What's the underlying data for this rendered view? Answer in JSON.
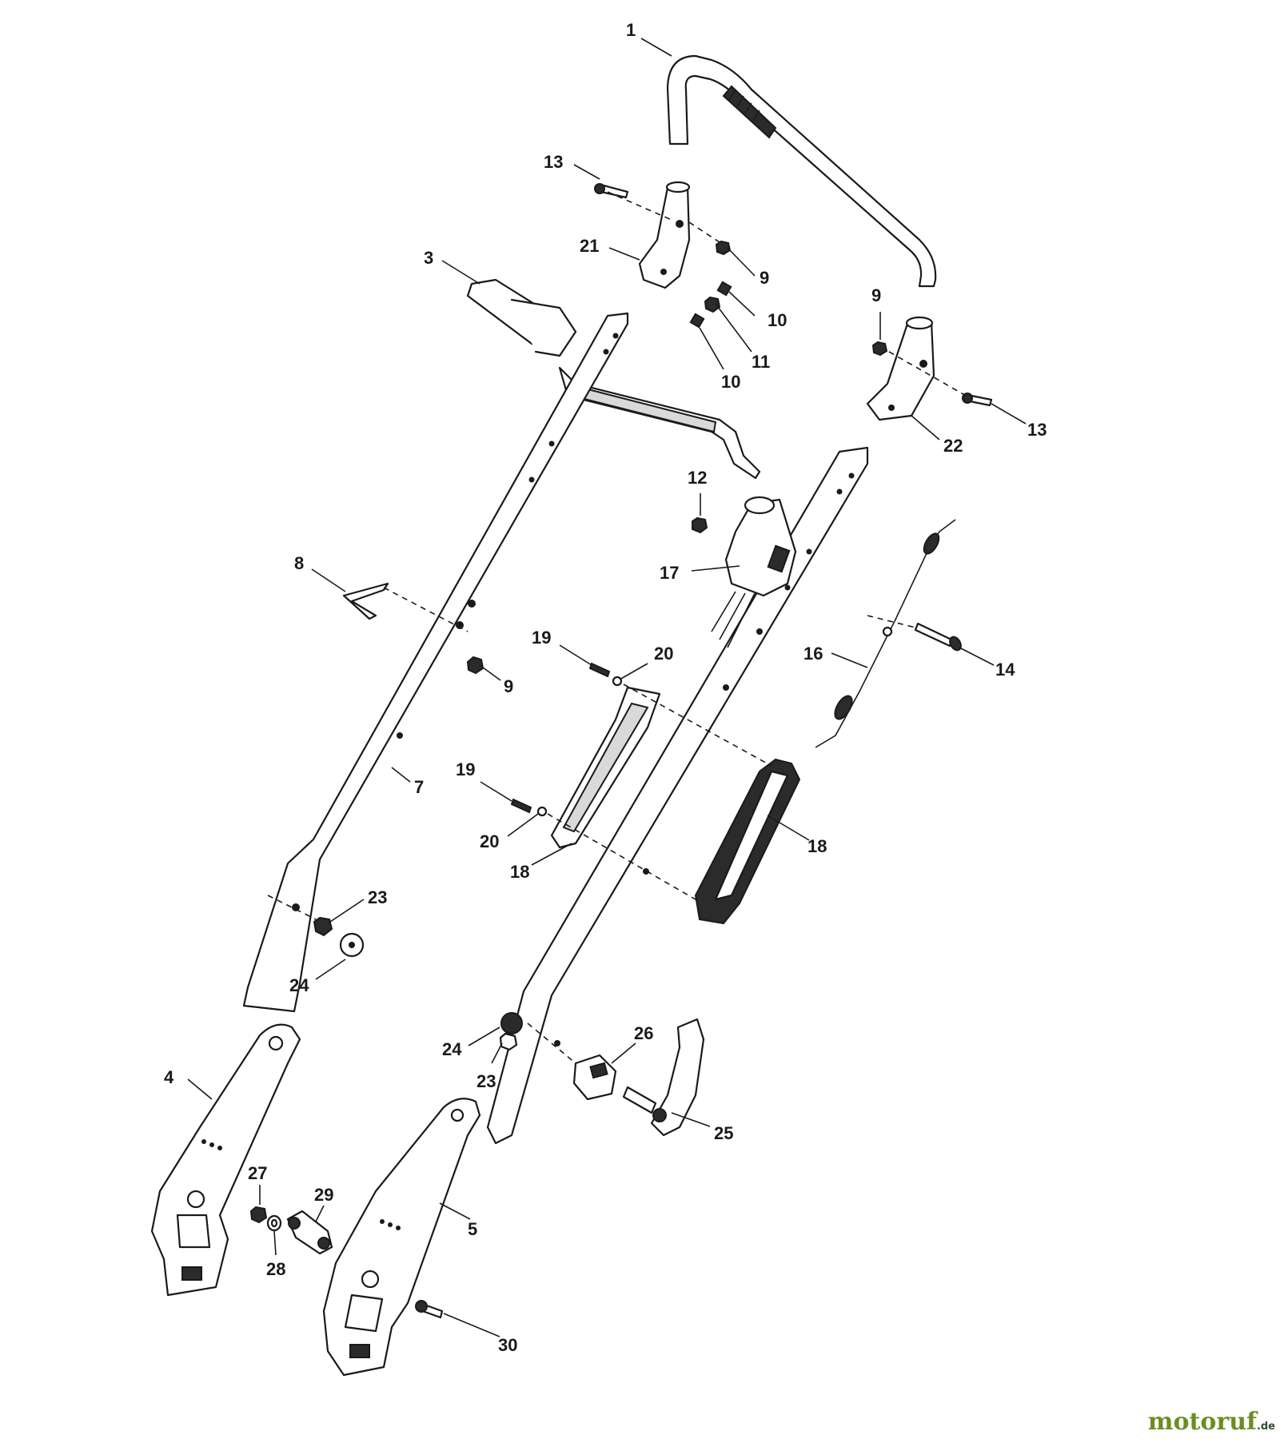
{
  "callouts": {
    "c1": "1",
    "c3": "3",
    "c4": "4",
    "c5": "5",
    "c7": "7",
    "c8": "8",
    "c9a": "9",
    "c9b": "9",
    "c9c": "9",
    "c10a": "10",
    "c10b": "10",
    "c11": "11",
    "c12": "12",
    "c13a": "13",
    "c13b": "13",
    "c14": "14",
    "c16": "16",
    "c17": "17",
    "c18a": "18",
    "c18b": "18",
    "c19a": "19",
    "c19b": "19",
    "c20a": "20",
    "c20b": "20",
    "c21": "21",
    "c22": "22",
    "c23a": "23",
    "c23b": "23",
    "c24a": "24",
    "c24b": "24",
    "c25": "25",
    "c26": "26",
    "c27": "27",
    "c28": "28",
    "c29": "29",
    "c30": "30"
  },
  "watermark": {
    "brand": "motoruf",
    "suffix": ".de"
  },
  "colors": {
    "line": "#1a1a1a",
    "background": "#ffffff",
    "brand": "#6b8e23"
  }
}
